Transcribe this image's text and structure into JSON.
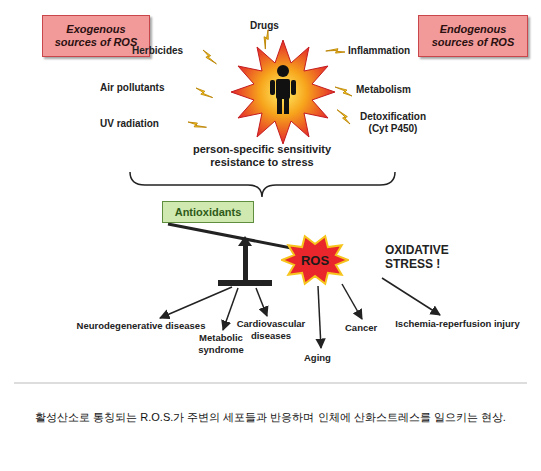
{
  "diagram": {
    "caption": "활성산소로 통칭되는 R.O.S.가 주변의 세포들과 반응하며 인체에 산화스트레스를 일으키는 현상.",
    "nodes": [
      {
        "text": [
          "Exogenous sources of ROS"
        ]
      },
      {
        "text": [
          "Endogenous sources of ROS"
        ]
      },
      {
        "text": [
          "Antioxidants"
        ]
      },
      {
        "text": [
          "ROS"
        ]
      }
    ],
    "labels": [
      "Drugs",
      "Herbicides",
      "Inflammation",
      "Air pollutants",
      "Metabolism",
      "UV radiation",
      "Detoxification (Cyt P450)",
      "person-specific sensitivity resistance to stress",
      "OXIDATIVE STRESS !",
      "Neurodegenerative diseases",
      "Metabolic syndrome",
      "Cardiovascular diseases",
      "Aging",
      "Cancer",
      "Ischemia-reperfusion injury"
    ]
  }
}
